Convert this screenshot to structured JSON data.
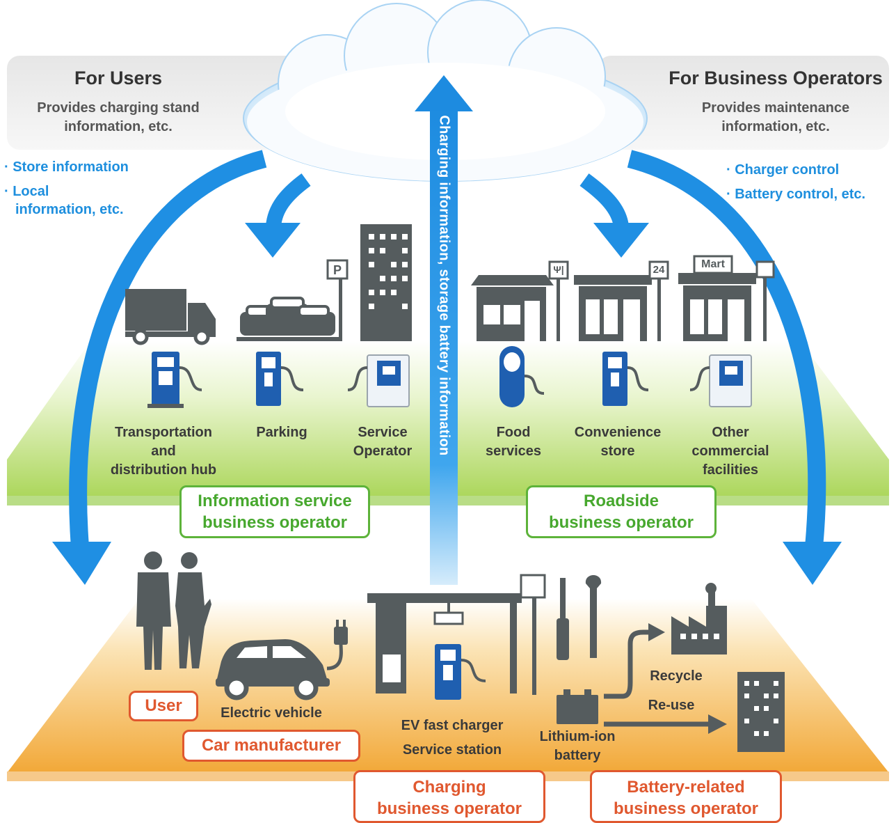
{
  "users_panel": {
    "title": "For Users",
    "subtitle_line1": "Provides charging stand",
    "subtitle_line2": "information, etc.",
    "bullets": [
      "· Store information",
      "· Local",
      "information, etc."
    ]
  },
  "operators_panel": {
    "title": "For Business Operators",
    "subtitle_line1": "Provides maintenance",
    "subtitle_line2": "information, etc.",
    "bullets": [
      "· Charger control",
      "· Battery control, etc."
    ]
  },
  "center_arrow_text": "Charging information, storage battery information",
  "facilities": {
    "transportation": [
      "Transportation",
      "and",
      "distribution hub"
    ],
    "parking": [
      "Parking"
    ],
    "service_operator": [
      "Service",
      "Operator"
    ],
    "food": [
      "Food",
      "services"
    ],
    "convenience": [
      "Convenience",
      "store"
    ],
    "other": [
      "Other",
      "commercial",
      "facilities"
    ]
  },
  "signs": {
    "parking": "P",
    "food": "Ψ|",
    "store24": "24",
    "mart": "Mart"
  },
  "info_operator": [
    "Information service",
    "business operator"
  ],
  "roadside_operator": [
    "Roadside",
    "business operator"
  ],
  "bottom": {
    "user": "User",
    "electric_vehicle": "Electric vehicle",
    "car_manufacturer": "Car manufacturer",
    "ev_fast_charger": "EV fast charger",
    "service_station": "Service station",
    "lithium_line1": "Lithium-ion",
    "lithium_line2": "battery",
    "recycle": "Recycle",
    "reuse": "Re-use",
    "charging_operator": [
      "Charging",
      "business operator"
    ],
    "battery_operator": [
      "Battery-related",
      "business operator"
    ]
  },
  "colors": {
    "arrow_blue": "#1f8fe3",
    "green_box": "#5db33a",
    "orange_box": "#e0582f",
    "icon_gray": "#555c5e",
    "charger_blue": "#1f5fb0"
  }
}
